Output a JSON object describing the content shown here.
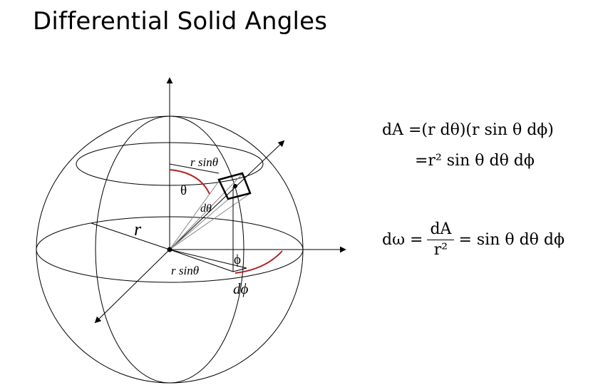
{
  "slide": {
    "title": "Differential Solid Angles"
  },
  "diagram": {
    "labels": {
      "radius": "r",
      "r_sin_theta_top": "r sinθ",
      "theta": "θ",
      "d_theta": "dθ",
      "phi": "ϕ",
      "r_sin_theta_bottom": "r sinθ",
      "d_phi": "dϕ"
    },
    "colors": {
      "arc_red": "#b22222",
      "line": "#000000",
      "ray_gray": "#888888"
    }
  },
  "equations": {
    "dA_line1": "dA =(r dθ)(r sin θ dϕ)",
    "dA_line2": "=r² sin θ dθ dϕ",
    "domega_lhs": "dω =",
    "domega_num": "dA",
    "domega_den": "r²",
    "domega_rhs": "= sin θ dθ dϕ"
  }
}
